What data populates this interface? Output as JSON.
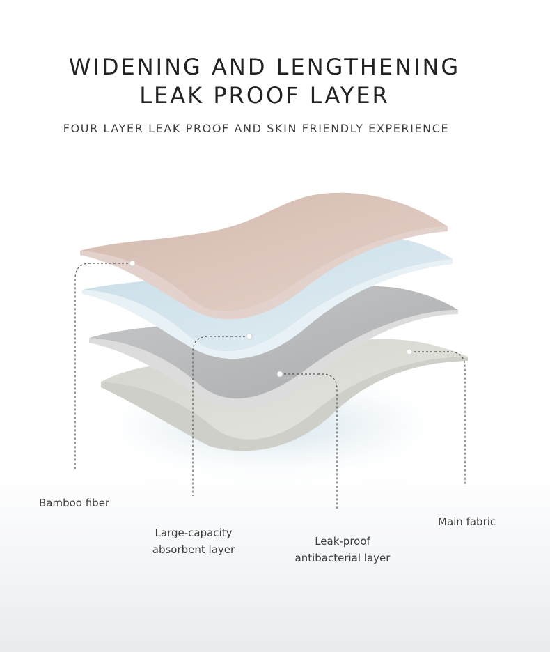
{
  "title": {
    "line1": "WIDENING AND LENGTHENING",
    "line2": "LEAK PROOF LAYER"
  },
  "subtitle": "FOUR LAYER LEAK PROOF AND SKIN FRIENDLY EXPERIENCE",
  "layers": [
    {
      "name": "Bamboo fiber",
      "color": "#dcc3b8"
    },
    {
      "name": "Large-capacity absorbent layer",
      "color": "#d5e6ee"
    },
    {
      "name": "Leak-proof antibacterial layer",
      "color": "#b7b8b9"
    },
    {
      "name": "Main fabric",
      "color": "#dcdcd6"
    }
  ],
  "labels": {
    "bamboo": "Bamboo fiber",
    "absorbent_line1": "Large-capacity",
    "absorbent_line2": "absorbent layer",
    "leakproof_line1": "Leak-proof",
    "leakproof_line2": "antibacterial layer",
    "main": "Main fabric"
  }
}
